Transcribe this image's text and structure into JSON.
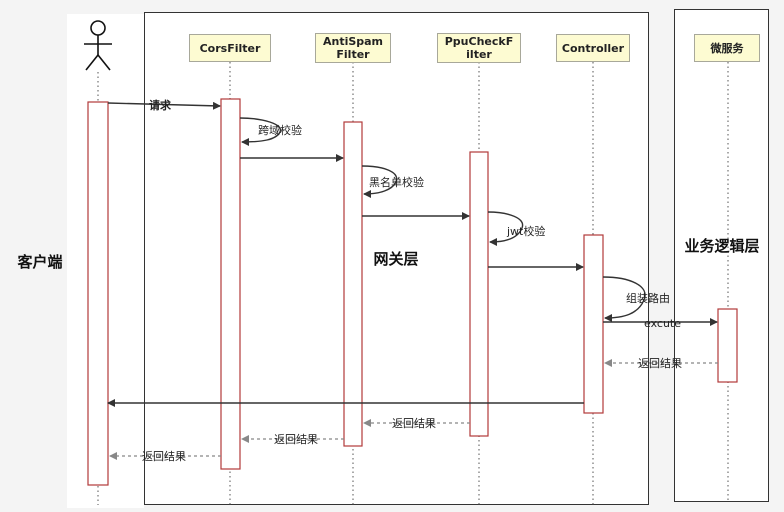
{
  "regions": {
    "client": "客户端",
    "gateway": "网关层",
    "business": "业务逻辑层"
  },
  "lifelines": {
    "cors": "CorsFilter",
    "antispam": "AntiSpamFilter",
    "ppucheck": "PpuCheckFilter",
    "controller": "Controller",
    "microservice": "微服务"
  },
  "messages": {
    "request": "请求",
    "cors_check": "跨域校验",
    "blacklist_check": "黑名单校验",
    "jwt_check": "jwt校验",
    "assemble_route": "组装路由",
    "excute": "excute",
    "return_service": "返回结果",
    "return_ppu": "返回结果",
    "return_antispam": "返回结果",
    "return_cors": "返回结果"
  }
}
